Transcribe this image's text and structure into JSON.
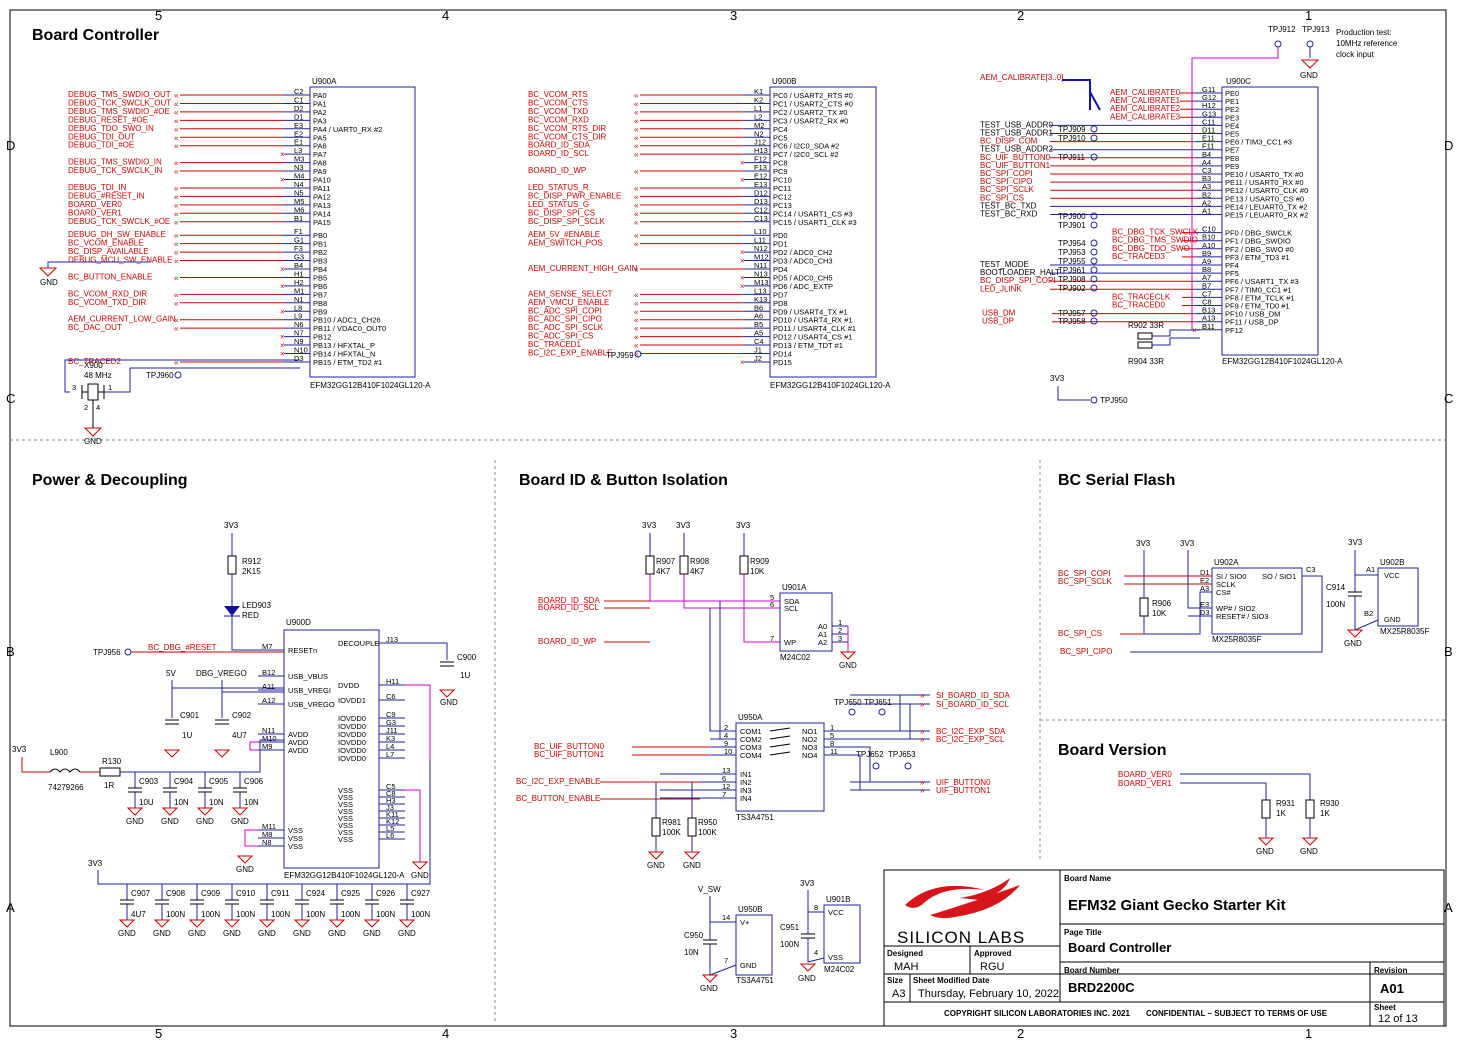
{
  "sections": {
    "board_controller": "Board Controller",
    "power": "Power & Decoupling",
    "board_id": "Board ID & Button Isolation",
    "serial_flash": "BC Serial Flash",
    "board_version": "Board Version"
  },
  "border": {
    "cols_top": [
      "5",
      "4",
      "3",
      "2",
      "1"
    ],
    "rows": [
      "D",
      "C",
      "B",
      "A"
    ]
  },
  "u900a": {
    "ref": "U900A",
    "part": "EFM32GG12B410F1024GL120-A",
    "pins": [
      {
        "num": "C2",
        "name": "PA0",
        "net": "DEBUG_TMS_SWDIO_OUT"
      },
      {
        "num": "C1",
        "name": "PA1",
        "net": "DEBUG_TCK_SWCLK_OUT"
      },
      {
        "num": "D2",
        "name": "PA2",
        "net": "DEBUG_TMS_SWDIO_#OE"
      },
      {
        "num": "D1",
        "name": "PA3",
        "net": "DEBUG_RESET_#OE"
      },
      {
        "num": "E3",
        "name": "PA4 / UART0_RX #2",
        "net": "DEBUG_TDO_SWO_IN"
      },
      {
        "num": "E2",
        "name": "PA5",
        "net": "DEBUG_TDI_OUT"
      },
      {
        "num": "E1",
        "name": "PA6",
        "net": "DEBUG_TDI_#OE"
      },
      {
        "num": "L3",
        "name": "PA7",
        "net": ""
      },
      {
        "num": "M3",
        "name": "PA8",
        "net": "DEBUG_TMS_SWDIO_IN"
      },
      {
        "num": "N3",
        "name": "PA9",
        "net": "DEBUG_TCK_SWCLK_IN"
      },
      {
        "num": "M4",
        "name": "PA10",
        "net": ""
      },
      {
        "num": "N4",
        "name": "PA11",
        "net": "DEBUG_TDI_IN"
      },
      {
        "num": "N5",
        "name": "PA12",
        "net": "DEBUG_#RESET_IN"
      },
      {
        "num": "M5",
        "name": "PA13",
        "net": "BOARD_VER0"
      },
      {
        "num": "M6",
        "name": "PA14",
        "net": "BOARD_VER1"
      },
      {
        "num": "B1",
        "name": "PA15",
        "net": "DEBUG_TCK_SWCLK_#OE"
      },
      {
        "num": "F1",
        "name": "PB0",
        "net": "DEBUG_DH_SW_ENABLE"
      },
      {
        "num": "G1",
        "name": "PB1",
        "net": "BC_VCOM_ENABLE"
      },
      {
        "num": "F3",
        "name": "PB2",
        "net": "BC_DISP_AVAILABLE"
      },
      {
        "num": "G3",
        "name": "PB3",
        "net": "DEBUG_MCU_SW_ENABLE"
      },
      {
        "num": "B4",
        "name": "PB4",
        "net": ""
      },
      {
        "num": "H1",
        "name": "PB5",
        "net": "BC_BUTTON_ENABLE"
      },
      {
        "num": "H2",
        "name": "PB6",
        "net": ""
      },
      {
        "num": "M1",
        "name": "PB7",
        "net": "BC_VCOM_RXD_DIR"
      },
      {
        "num": "N1",
        "name": "PB8",
        "net": "BC_VCOM_TXD_DIR"
      },
      {
        "num": "L8",
        "name": "PB9",
        "net": ""
      },
      {
        "num": "L9",
        "name": "PB10 / ADC1_CH26",
        "net": "AEM_CURRENT_LOW_GAIN"
      },
      {
        "num": "N6",
        "name": "PB11 / VDAC0_OUT0",
        "net": "BC_DAC_OUT"
      },
      {
        "num": "N7",
        "name": "PB12",
        "net": ""
      },
      {
        "num": "N9",
        "name": "PB13 / HFXTAL_P",
        "net": ""
      },
      {
        "num": "N10",
        "name": "PB14 / HFXTAL_N",
        "net": ""
      },
      {
        "num": "D3",
        "name": "PB15 / ETM_TD2 #1",
        "net": "BC_TRACED2"
      }
    ],
    "gnd": "GND",
    "xtal": {
      "ref": "X900",
      "value": "48 MHz",
      "p3": "3",
      "p1": "1",
      "p2": "2",
      "p4": "4"
    },
    "tp": "TPJ960"
  },
  "u900b": {
    "ref": "U900B",
    "part": "EFM32GG12B410F1024GL120-A",
    "pins": [
      {
        "num": "K1",
        "name": "PC0 / USART2_RTS #0",
        "net": "BC_VCOM_RTS"
      },
      {
        "num": "K2",
        "name": "PC1 / USART2_CTS #0",
        "net": "BC_VCOM_CTS"
      },
      {
        "num": "L1",
        "name": "PC2 / USART2_TX #0",
        "net": "BC_VCOM_TXD"
      },
      {
        "num": "L2",
        "name": "PC3 / USART2_RX #0",
        "net": "BC_VCOM_RXD"
      },
      {
        "num": "M2",
        "name": "PC4",
        "net": "BC_VCOM_RTS_DIR"
      },
      {
        "num": "N2",
        "name": "PC5",
        "net": "BC_VCOM_CTS_DIR"
      },
      {
        "num": "J12",
        "name": "PC6 / I2C0_SDA #2",
        "net": "BOARD_ID_SDA"
      },
      {
        "num": "H13",
        "name": "PC7 / I2C0_SCL #2",
        "net": "BOARD_ID_SCL"
      },
      {
        "num": "F12",
        "name": "PC8",
        "net": ""
      },
      {
        "num": "F13",
        "name": "PC9",
        "net": "BOARD_ID_WP"
      },
      {
        "num": "E12",
        "name": "PC10",
        "net": ""
      },
      {
        "num": "E13",
        "name": "PC11",
        "net": "LED_STATUS_R"
      },
      {
        "num": "D12",
        "name": "PC12",
        "net": "BC_DISP_PWR_ENABLE"
      },
      {
        "num": "D13",
        "name": "PC13",
        "net": "LED_STATUS_G"
      },
      {
        "num": "C12",
        "name": "PC14 / USART1_CS #3",
        "net": "BC_DISP_SPI_CS"
      },
      {
        "num": "C13",
        "name": "PC15 / USART1_CLK #3",
        "net": "BC_DISP_SPI_SCLK"
      },
      {
        "num": "L10",
        "name": "PD0",
        "net": "AEM_5V_#ENABLE"
      },
      {
        "num": "L11",
        "name": "PD1",
        "net": "AEM_SWITCH_POS"
      },
      {
        "num": "N12",
        "name": "PD2 / ADC0_CH2",
        "net": ""
      },
      {
        "num": "M12",
        "name": "PD3 / ADC0_CH3",
        "net": ""
      },
      {
        "num": "N11",
        "name": "PD4",
        "net": "AEM_CURRENT_HIGH_GAIN"
      },
      {
        "num": "N13",
        "name": "PD5 / ADC0_CH5",
        "net": ""
      },
      {
        "num": "M13",
        "name": "PD6 / ADC_EXTP",
        "net": ""
      },
      {
        "num": "L13",
        "name": "PD7",
        "net": "AEM_SENSE_SELECT"
      },
      {
        "num": "K13",
        "name": "PD8",
        "net": "AEM_VMCU_ENABLE"
      },
      {
        "num": "B6",
        "name": "PD9 / USART4_TX #1",
        "net": "BC_ADC_SPI_COPI"
      },
      {
        "num": "A6",
        "name": "PD10 / USART4_RX #1",
        "net": "BC_ADC_SPI_CIPO"
      },
      {
        "num": "B5",
        "name": "PD11 / USART4_CLK #1",
        "net": "BC_ADC_SPI_SCLK"
      },
      {
        "num": "A5",
        "name": "PD12 / USART4_CS #1",
        "net": "BC_ADC_SPI_CS"
      },
      {
        "num": "C4",
        "name": "PD13 / ETM_TDT #1",
        "net": "BC_TRACED1"
      },
      {
        "num": "J1",
        "name": "PD14",
        "net": "BC_I2C_EXP_ENABLE"
      },
      {
        "num": "J2",
        "name": "PD15",
        "net": ""
      }
    ],
    "tp": "TPJ959"
  },
  "u900c": {
    "ref": "U900C",
    "part": "EFM32GG12B410F1024GL120-A",
    "bus": "AEM_CALIBRATE[3..0]",
    "pins": [
      {
        "num": "G11",
        "name": "PE0",
        "net": "AEM_CALIBRATE0"
      },
      {
        "num": "G12",
        "name": "PE1",
        "net": "AEM_CALIBRATE1"
      },
      {
        "num": "H12",
        "name": "PE2",
        "net": "AEM_CALIBRATE2"
      },
      {
        "num": "G13",
        "name": "PE3",
        "net": "AEM_CALIBRATE3"
      },
      {
        "num": "C11",
        "name": "PE4",
        "net": "TEST_USB_ADDR0"
      },
      {
        "num": "D11",
        "name": "PE5",
        "net": "TEST_USB_ADDR1"
      },
      {
        "num": "E11",
        "name": "PE6 / TIM3_CC1 #3",
        "net": "BC_DISP_COM"
      },
      {
        "num": "F11",
        "name": "PE7",
        "net": "TEST_USB_ADDR2"
      },
      {
        "num": "B4",
        "name": "PE8",
        "net": "BC_UIF_BUTTON0"
      },
      {
        "num": "A4",
        "name": "PE9",
        "net": "BC_UIF_BUTTON1"
      },
      {
        "num": "C3",
        "name": "PE10 / USART0_TX #0",
        "net": "BC_SPI_COPI"
      },
      {
        "num": "B3",
        "name": "PE11 / USART0_RX #0",
        "net": "BC_SPI_CIPO"
      },
      {
        "num": "A3",
        "name": "PE12 / USART0_CLK #0",
        "net": "BC_SPI_SCLK"
      },
      {
        "num": "B2",
        "name": "PE13 / USART0_CS #0",
        "net": "BC_SPI_CS"
      },
      {
        "num": "A2",
        "name": "PE14 / LEUART0_TX #2",
        "net": "TEST_BC_TXD"
      },
      {
        "num": "A1",
        "name": "PE15 / LEUART0_RX #2",
        "net": "TEST_BC_RXD"
      },
      {
        "num": "C10",
        "name": "PF0 / DBG_SWCLK",
        "net": "BC_DBG_TCK_SWCLK"
      },
      {
        "num": "B10",
        "name": "PF1 / DBG_SWDIO",
        "net": "BC_DBG_TMS_SWDIO"
      },
      {
        "num": "A10",
        "name": "PF2 / DBG_SWO #0",
        "net": "BC_DBG_TDO_SWO"
      },
      {
        "num": "B9",
        "name": "PF3 / ETM_TD3 #1",
        "net": "BC_TRACED3"
      },
      {
        "num": "A9",
        "name": "PF4",
        "net": "TEST_MODE"
      },
      {
        "num": "B8",
        "name": "PF5",
        "net": "BOOTLOADER_HALT"
      },
      {
        "num": "A7",
        "name": "PF6 / USART1_TX #3",
        "net": "BC_DISP_SPI_COPI"
      },
      {
        "num": "B7",
        "name": "PF7 / TIM0_CC1 #1",
        "net": "LED_JLINK"
      },
      {
        "num": "C7",
        "name": "PF8 / ETM_TCLK #1",
        "net": "BC_TRACECLK"
      },
      {
        "num": "C8",
        "name": "PF9 / ETM_TD0 #1",
        "net": "BC_TRACED0"
      },
      {
        "num": "B13",
        "name": "PF10 / USB_DM",
        "net": "USB_DM"
      },
      {
        "num": "A13",
        "name": "PF11 / USB_DP",
        "net": "USB_DP"
      },
      {
        "num": "B11",
        "name": "PF12",
        "net": ""
      }
    ],
    "tps": [
      "TPJ909",
      "TPJ910",
      "TPJ911",
      "TPJ900",
      "TPJ901",
      "TPJ954",
      "TPJ953",
      "TPJ955",
      "TPJ961",
      "TPJ908",
      "TPJ902",
      "TPJ957",
      "TPJ958"
    ],
    "r902": "R902   33R",
    "r904": "R904   33R",
    "tp950": "TPJ950",
    "v33": "3V3",
    "tp912": "TPJ912",
    "tp913": "TPJ913",
    "prod_note": [
      "Production test:",
      "10MHz reference",
      "clock input"
    ]
  },
  "power": {
    "u900d": "U900D",
    "part": "EFM32GG12B410F1024GL120-A",
    "left_pins": [
      {
        "num": "M7",
        "name": "RESETn"
      },
      {
        "num": "B12",
        "name": "USB_VBUS"
      },
      {
        "num": "A11",
        "name": "USB_VREGI"
      },
      {
        "num": "A12",
        "name": "USB_VREGO"
      },
      {
        "num": "N11",
        "name": "AVDD"
      },
      {
        "num": "M10",
        "name": "AVDD"
      },
      {
        "num": "M9",
        "name": "AVDD"
      },
      {
        "num": "M11",
        "name": "VSS"
      },
      {
        "num": "M8",
        "name": "VSS"
      },
      {
        "num": "N8",
        "name": "VSS"
      }
    ],
    "right_pins": [
      {
        "num": "J13",
        "name": "DECOUPLE"
      },
      {
        "num": "H11",
        "name": "DVDD"
      },
      {
        "num": "C6",
        "name": "IOVDD1"
      },
      {
        "num": "C9",
        "name": "IOVDD0"
      },
      {
        "num": "G3",
        "name": "IOVDD0"
      },
      {
        "num": "J11",
        "name": "IOVDD0"
      },
      {
        "num": "K3",
        "name": "IOVDD0"
      },
      {
        "num": "L4",
        "name": "IOVDD0"
      },
      {
        "num": "L7",
        "name": "IOVDD0"
      },
      {
        "num": "C5",
        "name": "VSS"
      },
      {
        "num": "C8",
        "name": "VSS"
      },
      {
        "num": "H3",
        "name": "VSS"
      },
      {
        "num": "J3",
        "name": "VSS"
      },
      {
        "num": "K11",
        "name": "VSS"
      },
      {
        "num": "K12",
        "name": "VSS"
      },
      {
        "num": "L5",
        "name": "VSS"
      },
      {
        "num": "L6",
        "name": "VSS"
      }
    ],
    "r912": [
      "R912",
      "2K15"
    ],
    "led": [
      "LED903",
      "RED"
    ],
    "tp956": "TPJ956",
    "bc_dbg_reset": "BC_DBG_#RESET",
    "c900": [
      "C900",
      "1U"
    ],
    "v5": "5V",
    "dbg_vrego": "DBG_VREGO",
    "c901": [
      "C901",
      "1U"
    ],
    "c902": [
      "C902",
      "4U7"
    ],
    "l900": [
      "L900",
      "74279266"
    ],
    "r130": [
      "R130",
      "1R"
    ],
    "caps_row1": [
      [
        "C903",
        "10U"
      ],
      [
        "C904",
        "10N"
      ],
      [
        "C905",
        "10N"
      ],
      [
        "C906",
        "10N"
      ]
    ],
    "caps_row2": [
      [
        "C907",
        "4U7"
      ],
      [
        "C908",
        "100N"
      ],
      [
        "C909",
        "100N"
      ],
      [
        "C910",
        "100N"
      ],
      [
        "C911",
        "100N"
      ],
      [
        "C924",
        "100N"
      ],
      [
        "C925",
        "100N"
      ],
      [
        "C926",
        "100N"
      ],
      [
        "C927",
        "100N"
      ]
    ],
    "v33": "3V3",
    "gnd": "GND"
  },
  "board_id": {
    "r907": [
      "R907",
      "4K7"
    ],
    "r908": [
      "R908",
      "4K7"
    ],
    "r909": [
      "R909",
      "10K"
    ],
    "v33": "3V3",
    "nets_in": [
      "BOARD_ID_SDA",
      "BOARD_ID_SCL",
      "BOARD_ID_WP"
    ],
    "u901a": {
      "ref": "U901A",
      "part": "M24C02",
      "pins": [
        [
          "5",
          "SDA"
        ],
        [
          "6",
          "SCL"
        ],
        [
          "7",
          "WP"
        ]
      ],
      "addr": [
        [
          "1",
          "A0"
        ],
        [
          "2",
          "A1"
        ],
        [
          "3",
          "A2"
        ]
      ]
    },
    "u950a": {
      "ref": "U950A",
      "part": "TS3A4751",
      "com": [
        [
          "2",
          "COM1"
        ],
        [
          "4",
          "COM2"
        ],
        [
          "9",
          "COM3"
        ],
        [
          "10",
          "COM4"
        ]
      ],
      "no": [
        [
          "1",
          "NO1"
        ],
        [
          "5",
          "NO2"
        ],
        [
          "8",
          "NO3"
        ],
        [
          "11",
          "NO4"
        ]
      ],
      "in": [
        [
          "13",
          "IN1"
        ],
        [
          "6",
          "IN2"
        ],
        [
          "12",
          "IN3"
        ],
        [
          "7",
          "IN4"
        ]
      ]
    },
    "uif_in": [
      "BC_UIF_BUTTON0",
      "BC_UIF_BUTTON1"
    ],
    "ctl_in": [
      "BC_I2C_EXP_ENABLE",
      "BC_BUTTON_ENABLE"
    ],
    "r981": [
      "R981",
      "100K"
    ],
    "r950": [
      "R950",
      "100K"
    ],
    "tps_top": [
      "TPJ650",
      "TPJ651"
    ],
    "tps_bot": [
      "TPJ652",
      "TPJ653"
    ],
    "out_nets": [
      "SI_BOARD_ID_SDA",
      "SI_BOARD_ID_SCL",
      "BC_I2C_EXP_SDA",
      "BC_I2C_EXP_SCL",
      "UIF_BUTTON0",
      "UIF_BUTTON1"
    ],
    "u950b": {
      "ref": "U950B",
      "part": "TS3A4751",
      "vplus": "V+",
      "gnd": "GND",
      "p14": "14",
      "p7": "7"
    },
    "c950": [
      "C950",
      "10N"
    ],
    "v_sw": "V_SW",
    "u901b": {
      "ref": "U901B",
      "part": "M24C02",
      "vcc": "VCC",
      "vss": "VSS",
      "p8": "8",
      "p4": "4"
    },
    "c951": [
      "C951",
      "100N"
    ],
    "gnd": "GND"
  },
  "flash": {
    "u902a": {
      "ref": "U902A",
      "part": "MX25R8035F",
      "pins": [
        [
          "D1",
          "SI / SIO0"
        ],
        [
          "E2",
          "SCLK"
        ],
        [
          "A3",
          "CS#"
        ],
        [
          "E3",
          "WP# / SIO2"
        ],
        [
          "D3",
          "RESET# / SIO3"
        ]
      ],
      "so": [
        "C3",
        "SO / SIO1"
      ]
    },
    "u902b": {
      "ref": "U902B",
      "part": "MX25R8035F",
      "vcc": [
        "A1",
        "VCC"
      ],
      "gnd": [
        "B2",
        "GND"
      ]
    },
    "nets": [
      "BC_SPI_COPI",
      "BC_SPI_SCLK",
      "BC_SPI_CS",
      "BC_SPI_CIPO"
    ],
    "r906": [
      "R906",
      "10K"
    ],
    "c914": [
      "C914",
      "100N"
    ],
    "v33": "3V3",
    "gnd": "GND"
  },
  "version": {
    "nets": [
      "BOARD_VER0",
      "BOARD_VER1"
    ],
    "r931": [
      "R931",
      "1K"
    ],
    "r930": [
      "R930",
      "1K"
    ],
    "gnd": "GND"
  },
  "title_block": {
    "logo": "SILICON LABS",
    "board_name_label": "Board Name",
    "board_name": "EFM32 Giant Gecko Starter Kit",
    "page_title_label": "Page Title",
    "page_title": "Board Controller",
    "designed_label": "Designed",
    "designed": "MAH",
    "approved_label": "Approved",
    "approved": "RGU",
    "board_number_label": "Board Number",
    "board_number": "BRD2200C",
    "revision_label": "Revision",
    "revision": "A01",
    "size_label": "Size",
    "size": "A3",
    "date_label": "Sheet Modified Date",
    "date": "Thursday, February 10, 2022",
    "sheet_label": "Sheet",
    "sheet": "12 of 13",
    "copyright": "COPYRIGHT SILICON LABORATORIES INC. 2021",
    "confidential": "CONFIDENTIAL – SUBJECT TO TERMS OF USE"
  }
}
